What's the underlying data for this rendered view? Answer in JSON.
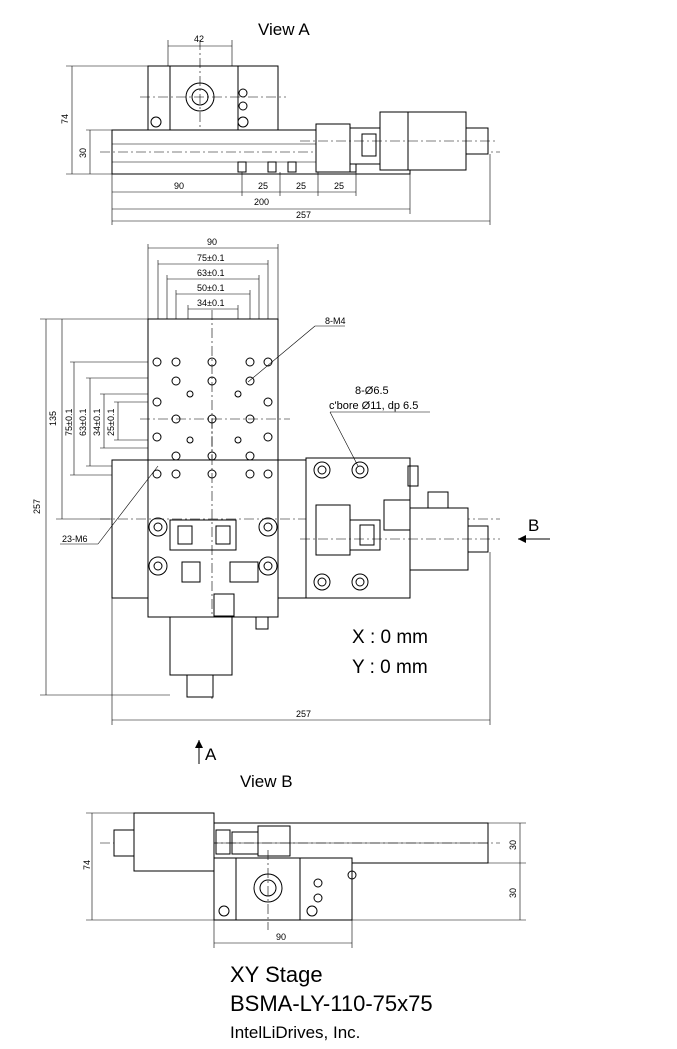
{
  "views": {
    "view_a": {
      "label": "View A",
      "dims": {
        "width_42": "42",
        "height_74": "74",
        "height_30": "30",
        "d_90": "90",
        "d_25a": "25",
        "d_25b": "25",
        "d_25c": "25",
        "d_200": "200",
        "d_257": "257"
      }
    },
    "top": {
      "dims": {
        "d_90": "90",
        "d_75": "75±0.1",
        "d_63": "63±0.1",
        "d_50": "50±0.1",
        "d_34": "34±0.1",
        "v_135": "135",
        "v_75": "75±0.1",
        "v_63": "63±0.1",
        "v_34": "34±0.1",
        "v_25": "25±0.1",
        "v_257": "257",
        "h_257": "257"
      },
      "callouts": {
        "m4": "8-M4",
        "m6": "23-M6",
        "bore_line1": "8-Ø6.5",
        "bore_line2": "c'bore Ø11, dp 6.5"
      },
      "arrow_b": "B",
      "arrow_a": "A",
      "readout_x": "X : 0 mm",
      "readout_y": "Y : 0 mm"
    },
    "view_b": {
      "label": "View B",
      "dims": {
        "height_74": "74",
        "h_30a": "30",
        "h_30b": "30",
        "d_90": "90"
      }
    }
  },
  "title_block": {
    "line1": "XY Stage",
    "line2": "BSMA-LY-110-75x75",
    "line3": "IntelLiDrives, Inc."
  }
}
